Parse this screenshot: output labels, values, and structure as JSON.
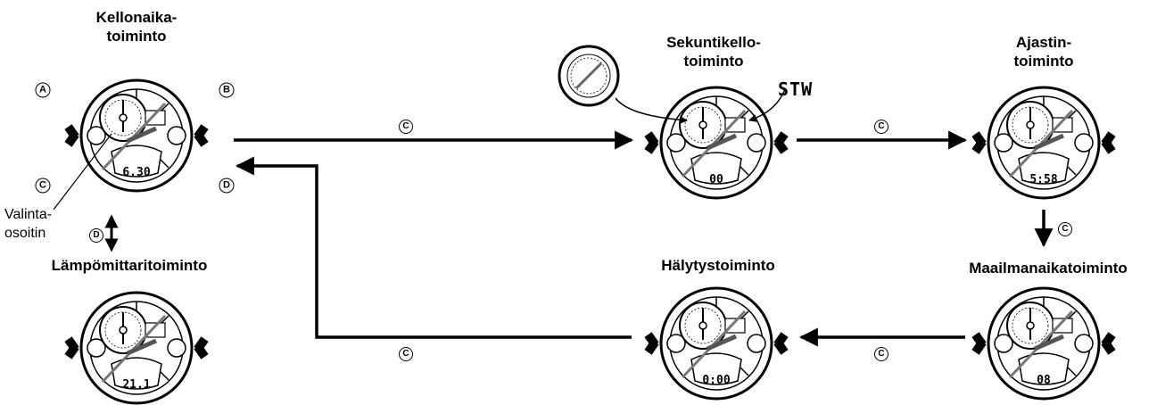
{
  "modes": {
    "timekeeping": {
      "title_line1": "Kellonaika-",
      "title_line2": "toiminto"
    },
    "thermometer": {
      "title": "Lämpömittaritoiminto"
    },
    "stopwatch": {
      "title_line1": "Sekuntikello-",
      "title_line2": "toiminto",
      "indicator": "STW"
    },
    "timer": {
      "title_line1": "Ajastin-",
      "title_line2": "toiminto"
    },
    "world_time": {
      "title": "Maailmanaikatoiminto"
    },
    "alarm": {
      "title": "Hälytystoiminto"
    }
  },
  "mode_pointer_label": {
    "line1": "Valinta-",
    "line2": "osoitin"
  },
  "buttons": {
    "A": "A",
    "B": "B",
    "C": "C",
    "D": "D"
  },
  "arrow_labels": {
    "timekeeping_to_stopwatch": "C",
    "stopwatch_to_timer": "C",
    "timer_to_world_time": "C",
    "world_time_to_alarm": "C",
    "alarm_to_timekeeping": "C",
    "timekeeping_to_thermometer": "D"
  },
  "watch_displays": {
    "timekeeping": "6.30",
    "thermometer": "21.1",
    "stopwatch": "00",
    "timer": "5:58",
    "world_time": "08",
    "alarm": "0:00"
  }
}
